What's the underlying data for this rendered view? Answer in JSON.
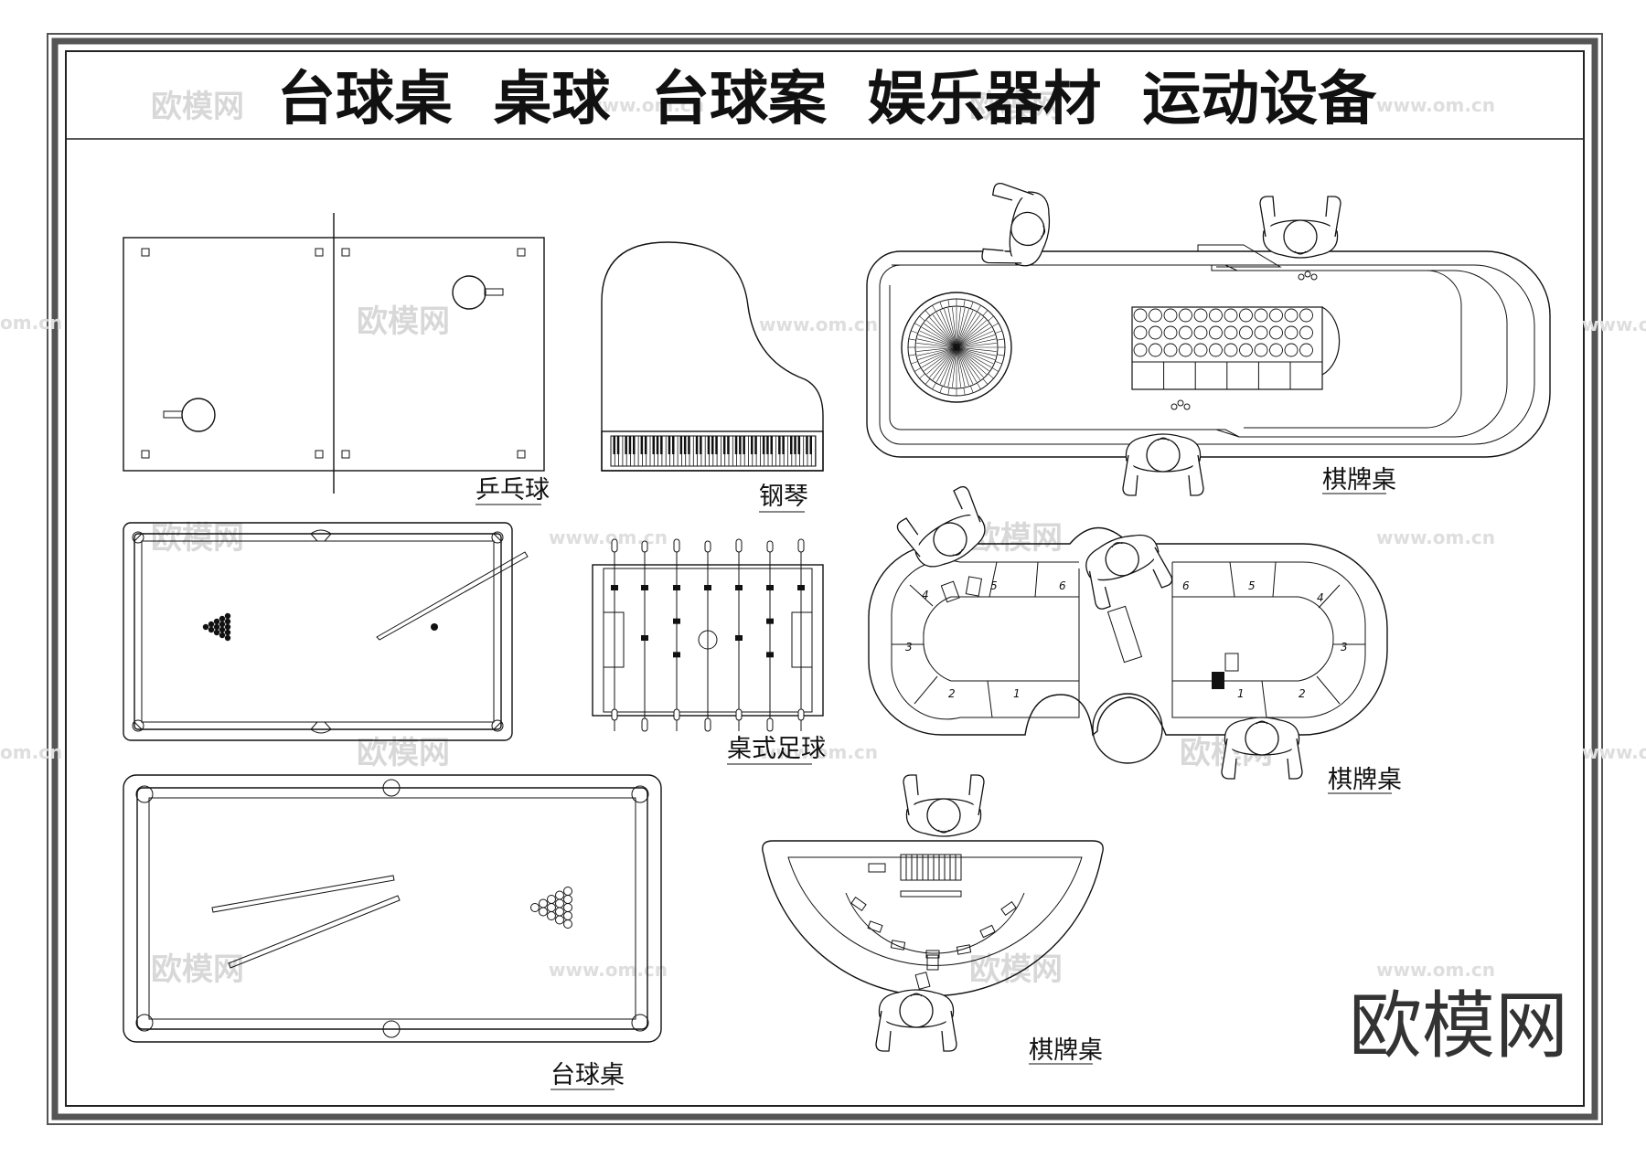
{
  "title": "台球桌  桌球  台球案  娱乐器材  运动设备",
  "labels": {
    "pingpong": "乒乓球",
    "piano": "钢琴",
    "foosball": "桌式足球",
    "billiards": "台球桌",
    "card_table_1": "棋牌桌",
    "card_table_2": "棋牌桌",
    "card_table_3": "棋牌桌"
  },
  "watermark": {
    "logo": "欧模网",
    "url": "www.om.cn",
    "url_partial": "om.cn"
  },
  "brand": "欧模网",
  "seat_numbers": [
    "1",
    "2",
    "3",
    "4",
    "5",
    "6"
  ],
  "colors": {
    "line": "#111111",
    "frame": "#555555",
    "watermark": "#d8d8d8"
  }
}
